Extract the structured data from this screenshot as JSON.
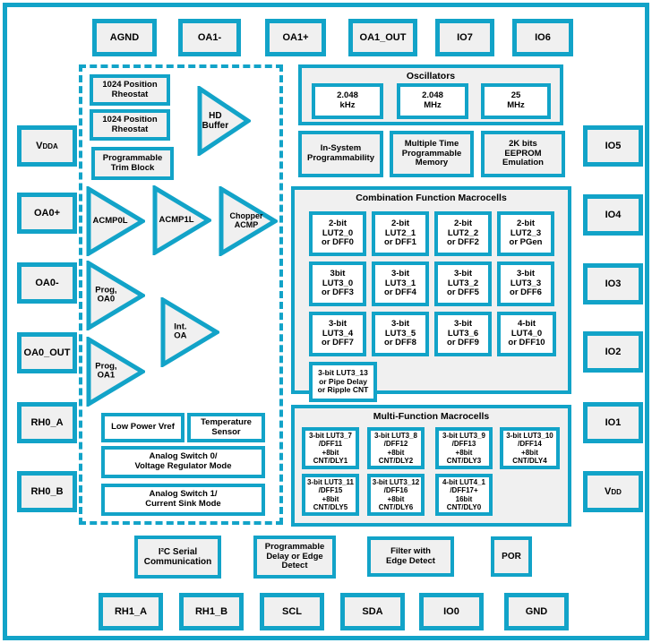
{
  "colors": {
    "accent": "#12A3C8",
    "block_fill": "#F0F0F0"
  },
  "pins": {
    "top": [
      {
        "label": "AGND"
      },
      {
        "label": "OA1-"
      },
      {
        "label": "OA1+"
      },
      {
        "label": "OA1_OUT"
      },
      {
        "label": "IO7"
      },
      {
        "label": "IO6"
      }
    ],
    "left": [
      {
        "label": "V",
        "sub": "DDA"
      },
      {
        "label": "OA0+"
      },
      {
        "label": "OA0-"
      },
      {
        "label": "OA0_OUT"
      },
      {
        "label": "RH0_A"
      },
      {
        "label": "RH0_B"
      }
    ],
    "right": [
      {
        "label": "IO5"
      },
      {
        "label": "IO4"
      },
      {
        "label": "IO3"
      },
      {
        "label": "IO2"
      },
      {
        "label": "IO1"
      },
      {
        "label": "V",
        "sub": "DD"
      }
    ],
    "bottom": [
      {
        "label": "RH1_A"
      },
      {
        "label": "RH1_B"
      },
      {
        "label": "SCL"
      },
      {
        "label": "SDA"
      },
      {
        "label": "IO0"
      },
      {
        "label": "GND"
      }
    ]
  },
  "analog": {
    "rheostat1": "1024 Position\nRheostat",
    "rheostat2": "1024 Position\nRheostat",
    "trim_block": "Programmable\nTrim Block",
    "hd_buffer": "HD\nBuffer",
    "acmp0l": "ACMP0L",
    "acmp1l": "ACMP1L",
    "chopper_acmp": "Chopper\nACMP",
    "prog_oa0": "Prog,\nOA0",
    "int_oa": "Int.\nOA",
    "prog_oa1": "Prog,\nOA1",
    "low_power_vref": "Low Power Vref",
    "temperature_sensor": "Temperature\nSensor",
    "analog_switch0": "Analog Switch 0/\nVoltage Regulator Mode",
    "analog_switch1": "Analog Switch 1/\nCurrent Sink Mode"
  },
  "oscillators": {
    "title": "Oscillators",
    "items": [
      "2.048\nkHz",
      "2.048\nMHz",
      "25\nMHz"
    ]
  },
  "memory_blocks": [
    "In-System\nProgrammability",
    "Multiple Time\nProgrammable\nMemory",
    "2K bits\nEEPROM\nEmulation"
  ],
  "combination": {
    "title": "Combination Function Macrocells",
    "cells": [
      "2-bit\nLUT2_0\nor DFF0",
      "2-bit\nLUT2_1\nor DFF1",
      "2-bit\nLUT2_2\nor DFF2",
      "2-bit\nLUT2_3\nor PGen",
      "3bit\nLUT3_0\nor DFF3",
      "3-bit\nLUT3_1\nor DFF4",
      "3-bit\nLUT3_2\nor DFF5",
      "3-bit\nLUT3_3\nor DFF6",
      "3-bit\nLUT3_4\nor DFF7",
      "3-bit\nLUT3_5\nor DFF8",
      "3-bit\nLUT3_6\nor DFF9",
      "4-bit\nLUT4_0\nor DFF10",
      "3-bit LUT3_13\nor Pipe Delay\nor Ripple CNT"
    ]
  },
  "multifunction": {
    "title": "Multi-Function Macrocells",
    "cells": [
      "3-bit LUT3_7\n/DFF11\n+8bit\nCNT/DLY1",
      "3-bit LUT3_8\n/DFF12\n+8bit\nCNT/DLY2",
      "3-bit LUT3_9\n/DFF13\n+8bit\nCNT/DLY3",
      "3-bit LUT3_10\n/DFF14\n+8bit\nCNT/DLY4",
      "3-bit LUT3_11\n/DFF15\n+8bit\nCNT/DLY5",
      "3-bit LUT3_12\n/DFF16\n+8bit\nCNT/DLY6",
      "4-bit LUT4_1\n/DFF17+\n16bit\nCNT/DLY0"
    ]
  },
  "bottom_blocks": [
    "I²C Serial\nCommunication",
    "Programmable\nDelay or Edge\nDetect",
    "Filter with\nEdge Detect",
    "POR"
  ]
}
